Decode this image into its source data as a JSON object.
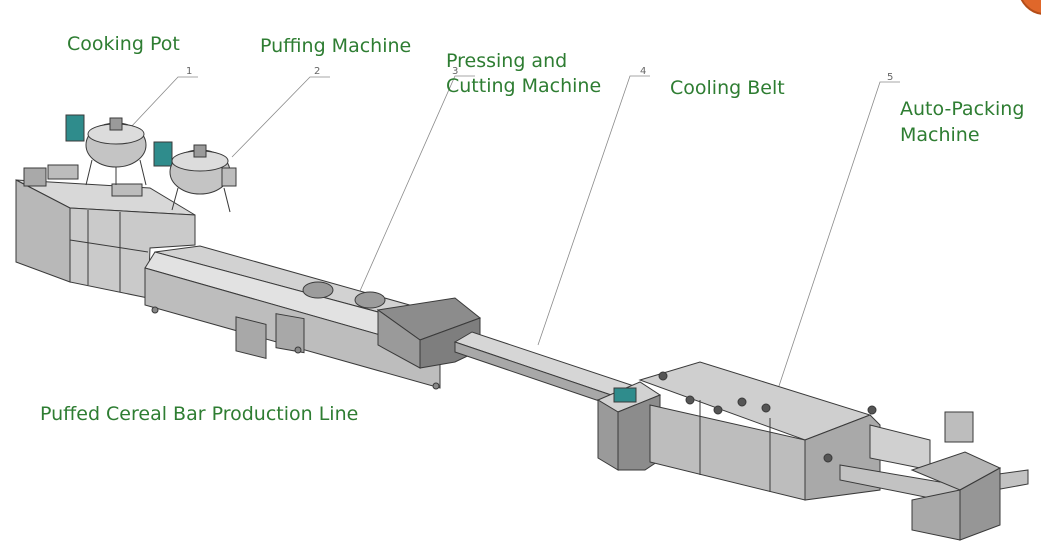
{
  "colors": {
    "label_green": "#2e7d32",
    "leader_gray": "#8a8a8a",
    "machine_fill": "#c8c8c8",
    "machine_dark": "#8c8c8c",
    "outline": "#3a3a3a",
    "panel_teal": "#2f8c8c",
    "badge_orange": "#e0672a"
  },
  "labels": {
    "cooking_pot": "Cooking Pot",
    "puffing_machine": "Puffing Machine",
    "pressing_cutting_line1": "Pressing and",
    "pressing_cutting_line2": "Cutting Machine",
    "cooling_belt": "Cooling Belt",
    "auto_packing_line1": "Auto-Packing",
    "auto_packing_line2": "Machine",
    "production_line": "Puffed Cereal Bar Production Line"
  },
  "callout_numbers": [
    "1",
    "2",
    "3",
    "4",
    "5"
  ]
}
